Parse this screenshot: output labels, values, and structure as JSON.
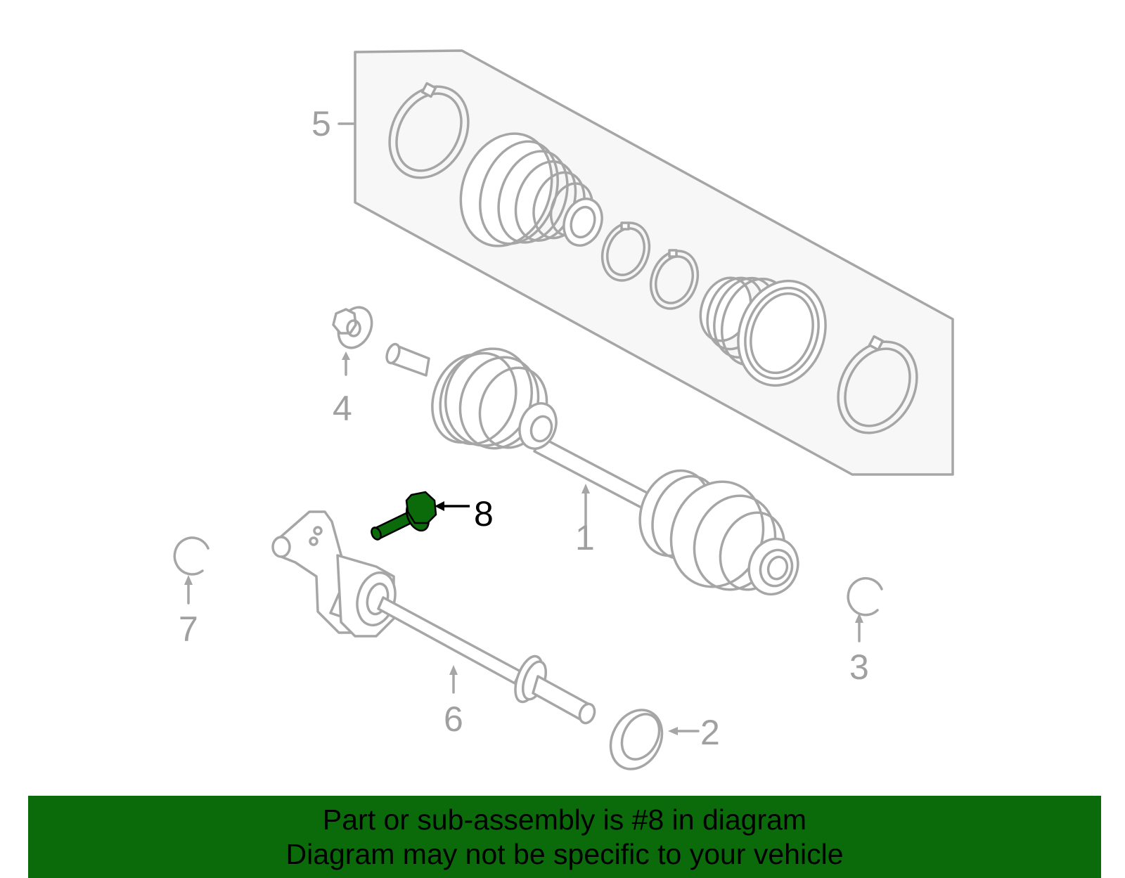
{
  "callouts": {
    "c1": "1",
    "c2": "2",
    "c3": "3",
    "c4": "4",
    "c5": "5",
    "c6": "6",
    "c7": "7",
    "c8": "8"
  },
  "highlighted_part": "8",
  "colors": {
    "line": "#a6a6a6",
    "highlight": "#0b6b0b",
    "banner_bg": "#0b6b0b",
    "kit_panel": "#f7f7f7"
  },
  "banner": {
    "line1": "Part or sub-assembly is #8 in diagram",
    "line2": "Diagram may not be specific to your vehicle"
  }
}
